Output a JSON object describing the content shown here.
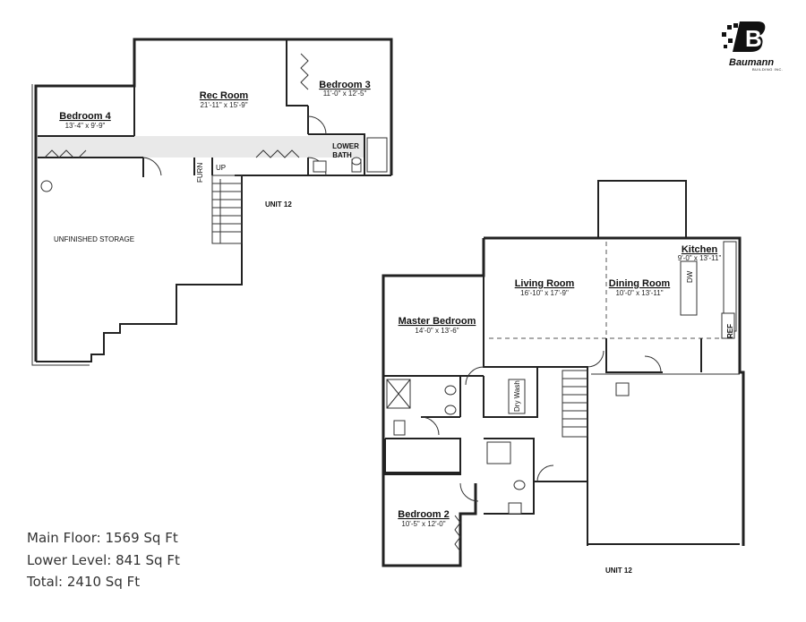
{
  "brand": {
    "name": "Baumann",
    "subtitle": "BUILDING INC.",
    "letter": "B"
  },
  "lower_level": {
    "unit": "UNIT 12",
    "rooms": {
      "rec_room": {
        "name": "Rec Room",
        "dims": "21'-11\" x 15'-9\""
      },
      "bedroom_3": {
        "name": "Bedroom 3",
        "dims": "11'-0\" x 12'-5\""
      },
      "bedroom_4": {
        "name": "Bedroom 4",
        "dims": "13'-4\" x 9'-9\""
      },
      "lower_bath": {
        "line1": "LOWER",
        "line2": "BATH"
      },
      "storage": {
        "name": "UNFINISHED STORAGE"
      }
    },
    "labels": {
      "furn": "FURN",
      "up": "UP"
    }
  },
  "main_floor": {
    "unit": "UNIT 12",
    "rooms": {
      "living_room": {
        "name": "Living Room",
        "dims": "16'-10\" x 17'-9\""
      },
      "dining_room": {
        "name": "Dining Room",
        "dims": "10'-0\" x 13'-11\""
      },
      "kitchen": {
        "name": "Kitchen",
        "dims": "9'-0\" x 13'-11\""
      },
      "master_bedroom": {
        "name": "Master Bedroom",
        "dims": "14'-0\" x 13'-6\""
      },
      "bedroom_2": {
        "name": "Bedroom 2",
        "dims": "10'-5\" x 12'-0\""
      }
    },
    "labels": {
      "dw": "DW",
      "ref": "REF",
      "dry_wash": "Dry Wash"
    }
  },
  "stats": {
    "main_floor": "Main Floor: 1569 Sq Ft",
    "lower_level": "Lower Level: 841 Sq Ft",
    "total": "Total: 2410 Sq Ft"
  }
}
